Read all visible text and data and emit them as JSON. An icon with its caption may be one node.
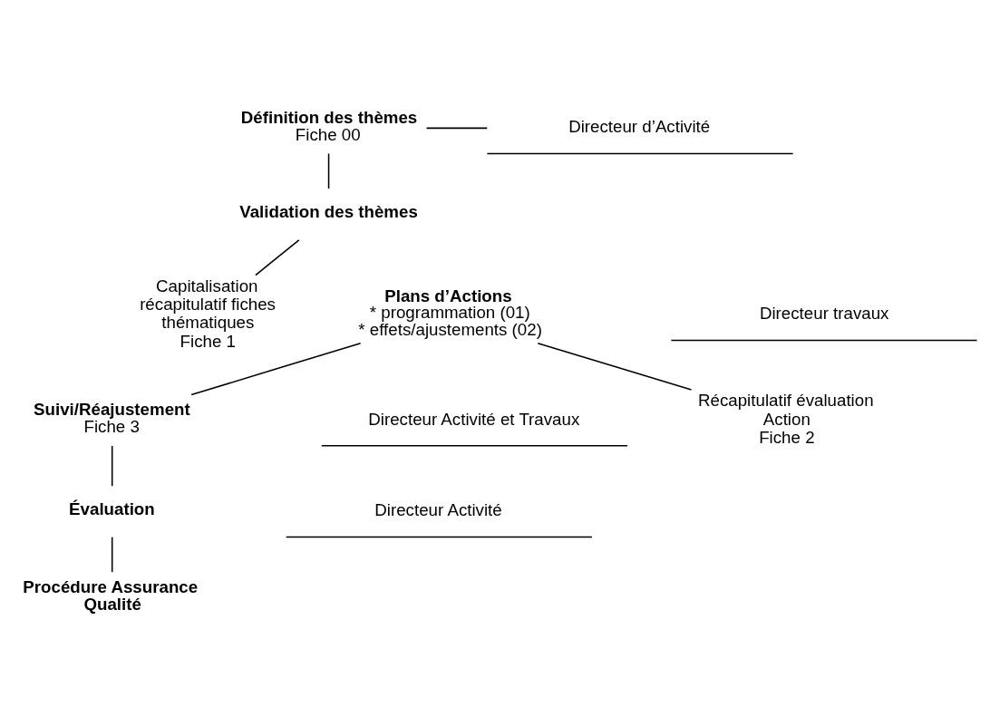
{
  "diagram": {
    "nodes": [
      {
        "text": [
          "Définition des thèmes",
          "Fiche 00"
        ]
      },
      {
        "text": [
          "Directeur d’Activité"
        ]
      },
      {
        "text": [
          "Validation des thèmes"
        ]
      },
      {
        "text": [
          "Capitalisation récapitulatif fiches thématiques",
          "Fiche 1"
        ]
      },
      {
        "text": [
          "Plans d’Actions",
          "* programmation (01)",
          "* effets/ajustements (02)"
        ]
      },
      {
        "text": [
          "Suivi/Réajustement",
          "Fiche 3"
        ]
      },
      {
        "text": [
          "Récapitulatif évaluation Action",
          "Fiche 2"
        ]
      },
      {
        "text": [
          "Évaluation"
        ]
      },
      {
        "text": [
          "Procédure Assurance Qualité"
        ]
      }
    ],
    "edges": [
      {
        "from": 0,
        "to": 1,
        "arrow": "none"
      },
      {
        "from": 0,
        "to": 2,
        "arrow": "none"
      },
      {
        "from": 2,
        "to": 3,
        "arrow": "none"
      },
      {
        "from": 4,
        "to": 5,
        "arrow": "none"
      },
      {
        "from": 4,
        "to": 6,
        "arrow": "none"
      },
      {
        "from": 5,
        "to": 7,
        "arrow": "none"
      },
      {
        "from": 7,
        "to": 8,
        "arrow": "none"
      }
    ],
    "labels": [
      "Directeur travaux",
      "Directeur Activité et Travaux",
      "Directeur Activité"
    ]
  }
}
